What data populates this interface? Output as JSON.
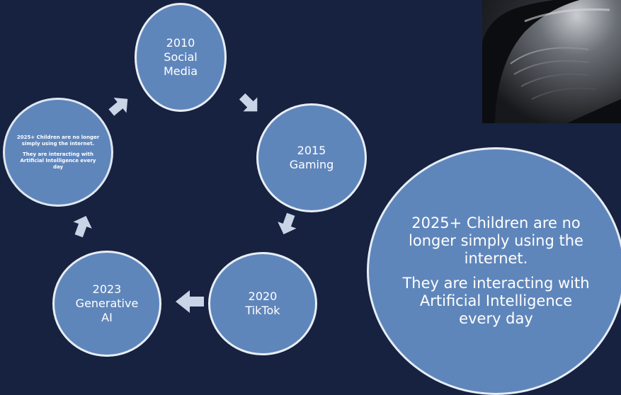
{
  "colors": {
    "background": "#16223f",
    "circle_fill": "#5f86bb",
    "circle_border": "#e8eef6",
    "arrow": "#c9d5e6",
    "text": "#ffffff"
  },
  "cycle": {
    "n2010": {
      "line1": "2010",
      "line2": "Social",
      "line3": "Media"
    },
    "n2015": {
      "line1": "2015",
      "line2": "Gaming"
    },
    "n2020": {
      "line1": "2020",
      "line2": "TikTok"
    },
    "n2023": {
      "line1": "2023",
      "line2": "Generative",
      "line3": "AI"
    },
    "n2025": {
      "p1": "2025+ Children are no longer simply using the internet.",
      "p2": "They are interacting with Artificial Intelligence every day"
    }
  },
  "callout": {
    "p1": "2025+ Children are no longer simply using the internet.",
    "p2": "They are interacting with Artificial Intelligence every day"
  },
  "photo": {
    "subject": "robot-head-image"
  }
}
